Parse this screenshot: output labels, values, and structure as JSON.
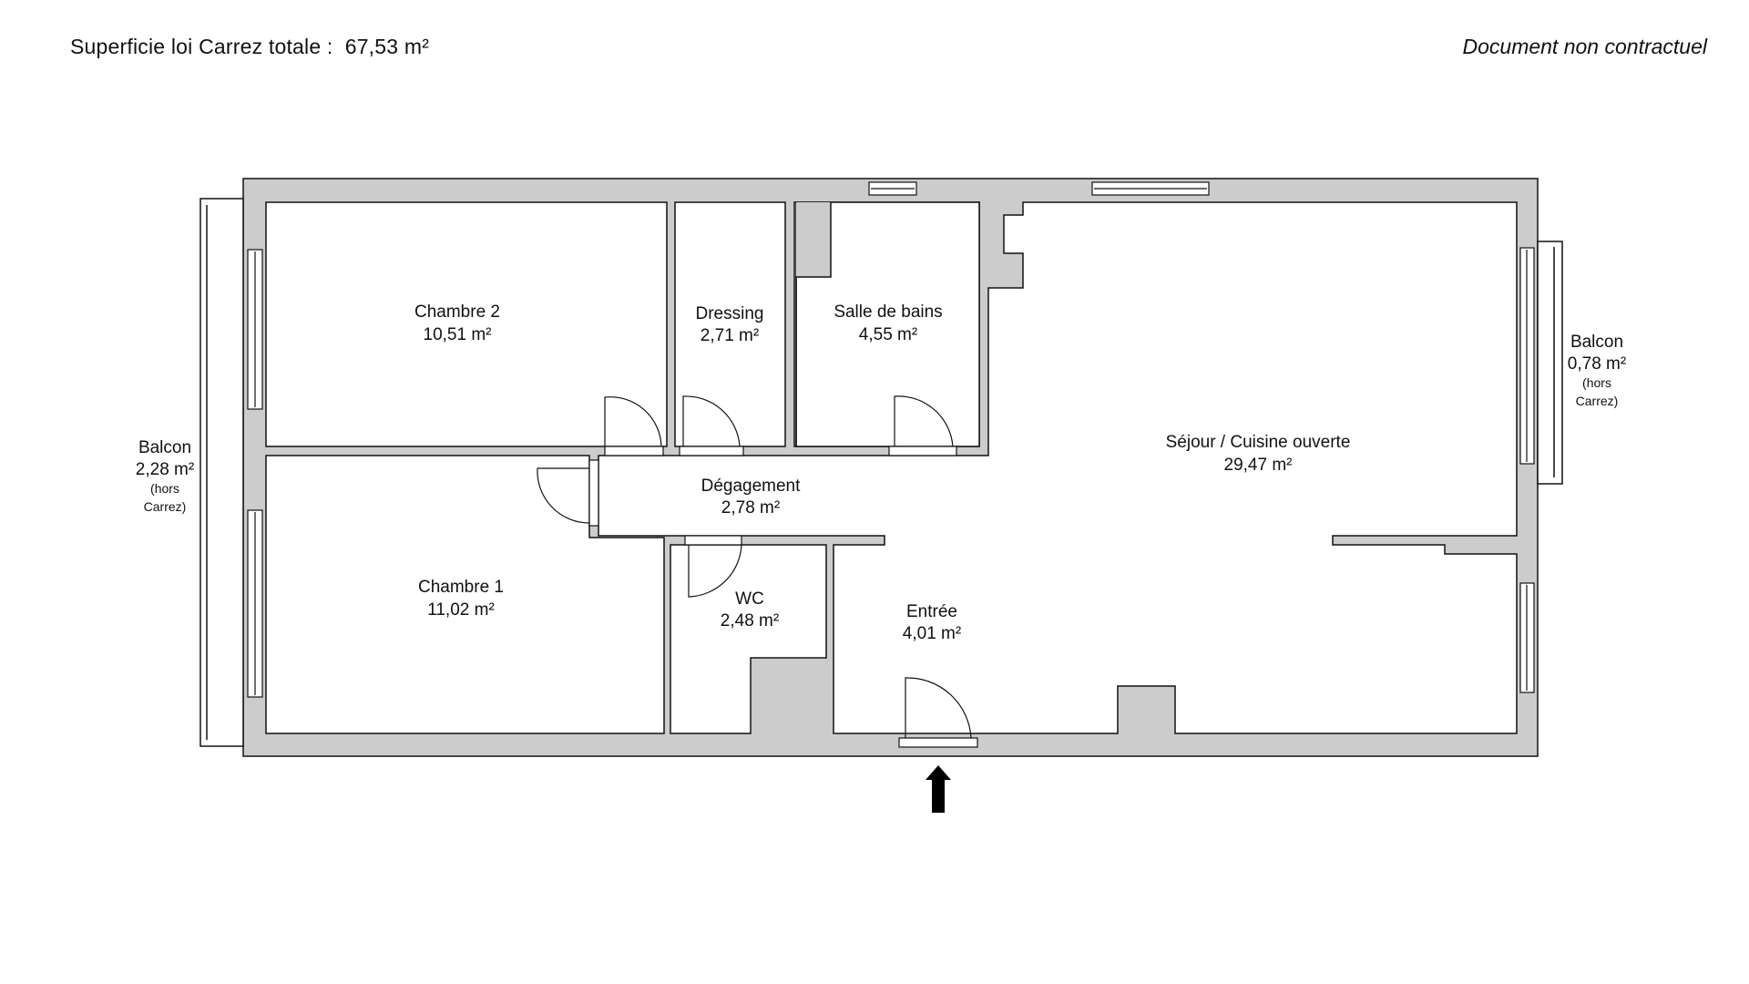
{
  "header": {
    "surface_label": "Superficie loi Carrez totale :",
    "surface_value": "67,53 m²",
    "disclaimer": "Document non contractuel"
  },
  "rooms": {
    "chambre2": {
      "name": "Chambre 2",
      "area": "10,51 m²"
    },
    "dressing": {
      "name": "Dressing",
      "area": "2,71 m²"
    },
    "sdb": {
      "name": "Salle de bains",
      "area": "4,55 m²"
    },
    "sejour": {
      "name": "Séjour / Cuisine ouverte",
      "area": "29,47 m²"
    },
    "degagement": {
      "name": "Dégagement",
      "area": "2,78 m²"
    },
    "chambre1": {
      "name": "Chambre 1",
      "area": "11,02 m²"
    },
    "wc": {
      "name": "WC",
      "area": "2,48 m²"
    },
    "entree": {
      "name": "Entrée",
      "area": "4,01 m²"
    },
    "balcon_west": {
      "name": "Balcon",
      "area": "2,28 m²",
      "note1": "(hors",
      "note2": "Carrez)"
    },
    "balcon_east": {
      "name": "Balcon",
      "area": "0,78 m²",
      "note1": "(hors",
      "note2": "Carrez)"
    }
  },
  "colors": {
    "wall": "#cccccc",
    "stroke": "#111111",
    "arrow": "#000000"
  },
  "icons": {
    "entrance": "entrance-arrow-icon"
  }
}
